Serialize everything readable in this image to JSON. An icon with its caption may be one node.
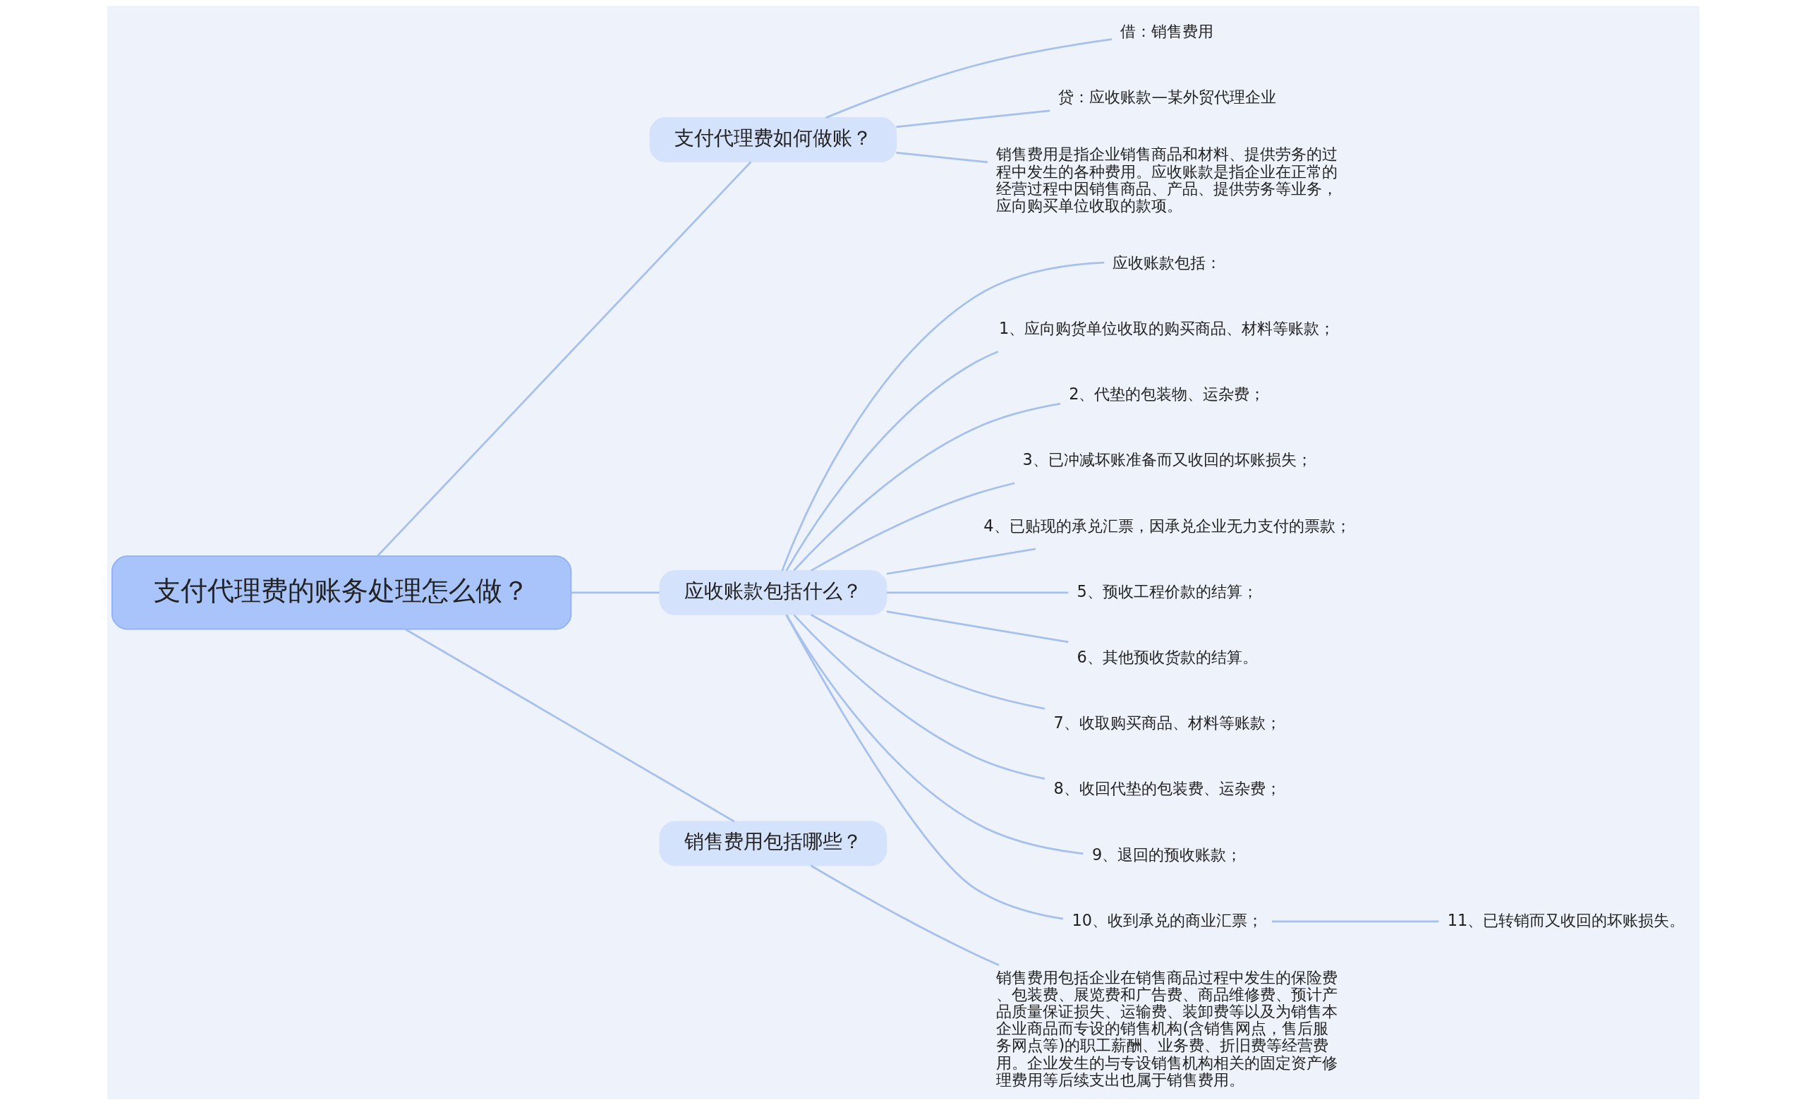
{
  "diagram": {
    "nodes": [
      {
        "text": [
          "支付代理费的账务处理怎么做？"
        ]
      },
      {
        "text": [
          "支付代理费如何做账？"
        ]
      },
      {
        "text": [
          "借：销售费用"
        ]
      },
      {
        "text": [
          "贷：应收账款—某外贸代理企业"
        ]
      },
      {
        "text": [
          "销售费用是指企业销售商品和材料、提供劳务的过程中发生的各种费用。应收账款是指企业在正常的经营过程中因销售商品、产品、提供劳务等业务，应向购买单位收取的款项。"
        ]
      },
      {
        "text": [
          "应收账款包括什么？"
        ]
      },
      {
        "text": [
          "应收账款包括："
        ]
      },
      {
        "text": [
          "1、应向购货单位收取的购买商品、材料等账款；"
        ]
      },
      {
        "text": [
          "2、代垫的包装物、运杂费；"
        ]
      },
      {
        "text": [
          "3、已冲减坏账准备而又收回的坏账损失；"
        ]
      },
      {
        "text": [
          "4、已贴现的承兑汇票，因承兑企业无力支付的票款；"
        ]
      },
      {
        "text": [
          "5、预收工程价款的结算；"
        ]
      },
      {
        "text": [
          "6、其他预收货款的结算。"
        ]
      },
      {
        "text": [
          "7、收取购买商品、材料等账款；"
        ]
      },
      {
        "text": [
          "8、收回代垫的包装费、运杂费；"
        ]
      },
      {
        "text": [
          "9、退回的预收账款；"
        ]
      },
      {
        "text": [
          "10、收到承兑的商业汇票；"
        ]
      },
      {
        "text": [
          "11、已转销而又收回的坏账损失。"
        ]
      },
      {
        "text": [
          "销售费用包括哪些？"
        ]
      },
      {
        "text": [
          "销售费用包括企业在销售商品过程中发生的保险费、包装费、展览费和广告费、商品维修费、预计产品质量保证损失、运输费、装卸费等以及为销售本企业商品而专设的销售机构(含销售网点，售后服务网点等)的职工薪酬、业务费、折旧费等经营费用。企业发生的与专设销售机构相关的固定资产修理费用等后续支出也属于销售费用。"
        ]
      }
    ],
    "edges": [
      {
        "from": 0,
        "to": 1,
        "arrow": "none"
      },
      {
        "from": 1,
        "to": 2,
        "arrow": "none"
      },
      {
        "from": 1,
        "to": 3,
        "arrow": "none"
      },
      {
        "from": 1,
        "to": 4,
        "arrow": "none"
      },
      {
        "from": 0,
        "to": 5,
        "arrow": "none"
      },
      {
        "from": 5,
        "to": 6,
        "arrow": "none"
      },
      {
        "from": 5,
        "to": 7,
        "arrow": "none"
      },
      {
        "from": 5,
        "to": 8,
        "arrow": "none"
      },
      {
        "from": 5,
        "to": 9,
        "arrow": "none"
      },
      {
        "from": 5,
        "to": 10,
        "arrow": "none"
      },
      {
        "from": 5,
        "to": 11,
        "arrow": "none"
      },
      {
        "from": 5,
        "to": 12,
        "arrow": "none"
      },
      {
        "from": 5,
        "to": 13,
        "arrow": "none"
      },
      {
        "from": 5,
        "to": 14,
        "arrow": "none"
      },
      {
        "from": 5,
        "to": 15,
        "arrow": "none"
      },
      {
        "from": 5,
        "to": 16,
        "arrow": "none"
      },
      {
        "from": 16,
        "to": 17,
        "arrow": "none"
      },
      {
        "from": 0,
        "to": 18,
        "arrow": "none"
      },
      {
        "from": 18,
        "to": 19,
        "arrow": "none"
      }
    ]
  }
}
